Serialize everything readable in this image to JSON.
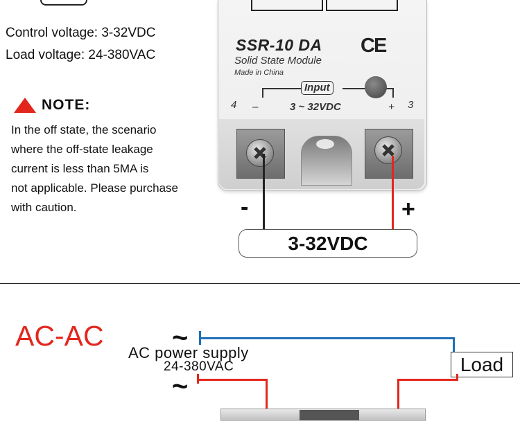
{
  "specs": {
    "control_voltage": "Control voltage: 3-32VDC",
    "load_voltage": "Load voltage: 24-380VAC"
  },
  "note": {
    "title": "NOTE:",
    "lines": [
      "In the off state, the scenario",
      "where the off-state leakage",
      "current is less than 5MA is",
      "not applicable. Please purchase",
      "with caution."
    ]
  },
  "module": {
    "model": "SSR-10 DA",
    "ce_mark": "CE",
    "subtitle": "Solid State Module",
    "made_in": "Made in China",
    "input_label": "Input",
    "voltage_range": "3 ~ 32VDC",
    "terminal_left_number": "4",
    "terminal_left_sign": "–",
    "terminal_right_sign": "+",
    "terminal_right_number": "3"
  },
  "dc_wiring": {
    "minus": "-",
    "plus": "+",
    "supply_label": "3-32VDC"
  },
  "ac_section": {
    "title": "AC-AC",
    "tilde_top": "~",
    "tilde_bottom": "~",
    "power_supply": "AC power supply",
    "power_voltage": "24-380VAC",
    "load": "Load"
  },
  "colors": {
    "accent_red": "#e3261c",
    "wire_blue": "#1f6fb5",
    "wire_black": "#222222"
  },
  "icons": [
    "warning-triangle-icon",
    "led-indicator-icon",
    "screw-terminal-icon"
  ]
}
